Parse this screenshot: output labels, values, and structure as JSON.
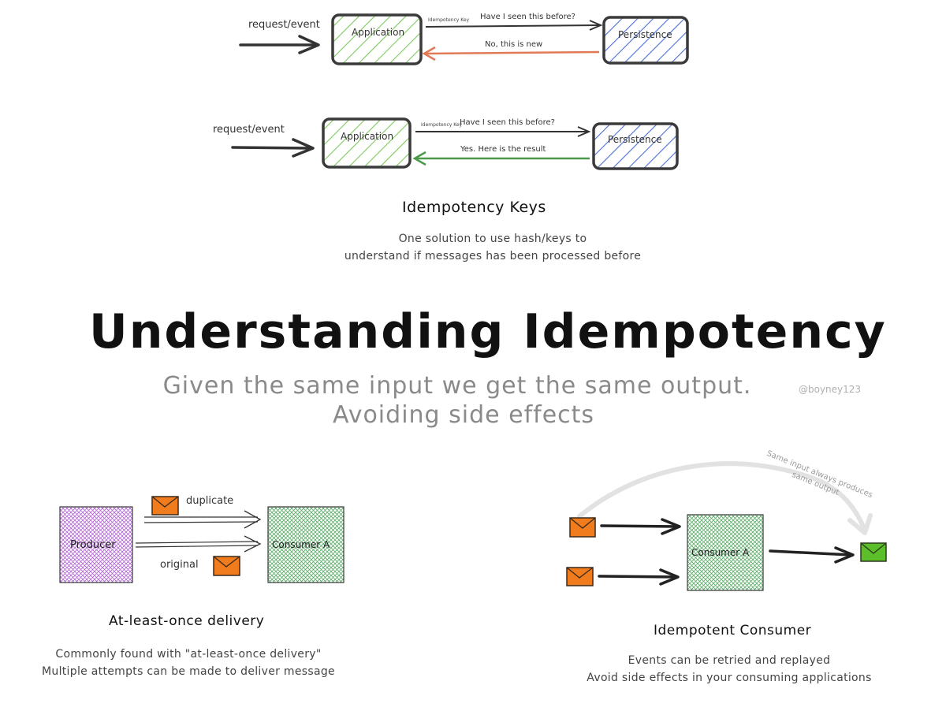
{
  "diagram1": {
    "input_label": "request/event",
    "application": "Application",
    "persistence": "Persistence",
    "key_label": "Idempotency Key",
    "question": "Have I seen this before?",
    "answer": "No, this is new"
  },
  "diagram2": {
    "input_label": "request/event",
    "application": "Application",
    "persistence": "Persistence",
    "key_label": "Idempotency Key",
    "question": "Have I seen this before?",
    "answer": "Yes. Here is the result"
  },
  "keys_section": {
    "title": "Idempotency Keys",
    "desc_line1": "One solution to use hash/keys to",
    "desc_line2": "understand if messages has been processed before"
  },
  "main": {
    "title": "Understanding Idempotency",
    "subtitle_line1": "Given the same input we get the same output.",
    "subtitle_line2": "Avoiding side effects",
    "handle": "@boyney123"
  },
  "delivery": {
    "producer": "Producer",
    "consumer": "Consumer A",
    "duplicate": "duplicate",
    "original": "original",
    "title": "At-least-once delivery",
    "desc_line1": "Commonly found with \"at-least-once delivery\"",
    "desc_line2": "Multiple attempts can be made to deliver message"
  },
  "consumer_section": {
    "consumer": "Consumer A",
    "arc_line1": "Same input always produces",
    "arc_line2": "same output",
    "title": "Idempotent Consumer",
    "desc_line1": "Events can be retried and replayed",
    "desc_line2": "Avoid side effects in your consuming applications"
  },
  "colors": {
    "app_green": "#7dc95e",
    "persist_blue": "#4a6fd8",
    "reply_orange": "#e07a55",
    "reply_green": "#4a9a4a",
    "producer_purple": "#b46ad8",
    "consumer_green": "#5fae6c",
    "envelope_orange": "#f07c1e",
    "envelope_green": "#5cbf2a"
  }
}
